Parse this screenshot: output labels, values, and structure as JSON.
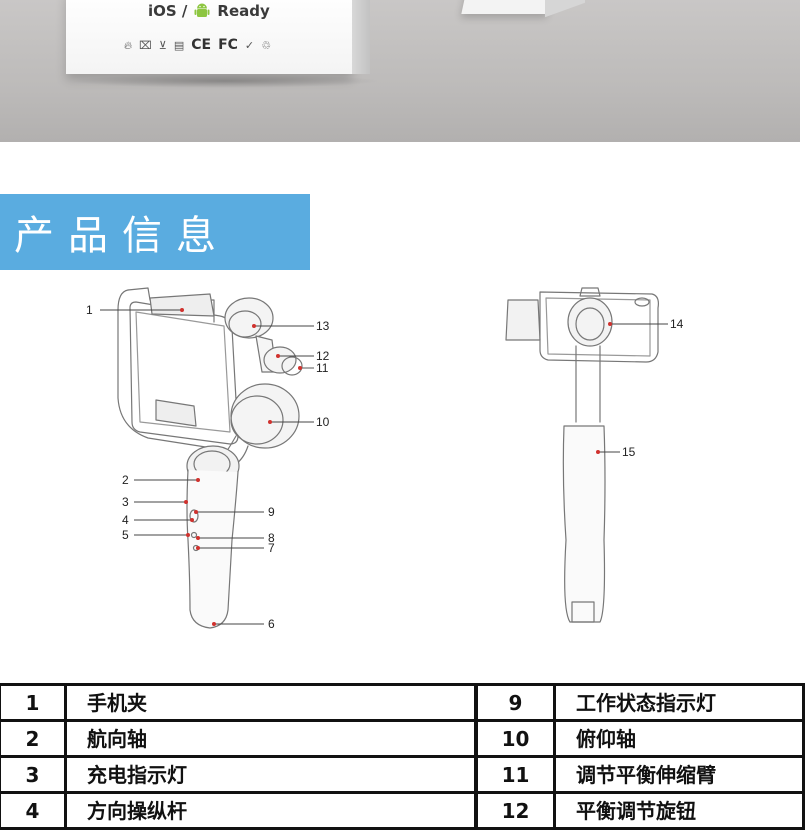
{
  "package": {
    "os_text_ios": "iOS /",
    "os_text_ready": "Ready",
    "cert_marks": [
      "CE",
      "FC"
    ],
    "icons": [
      "flame-icon",
      "bin-icon",
      "wash-icon",
      "stack-icon",
      "ce-mark",
      "fcc-mark",
      "rohs-mark",
      "recycle-icon"
    ]
  },
  "section": {
    "title": "产品信息",
    "header_color": "#5aace0"
  },
  "diagram": {
    "callouts": [
      "1",
      "2",
      "3",
      "4",
      "5",
      "6",
      "7",
      "8",
      "9",
      "10",
      "11",
      "12",
      "13",
      "14",
      "15"
    ],
    "callout_color": "#d0322e"
  },
  "parts": {
    "left": [
      {
        "num": "1",
        "name": "手机夹"
      },
      {
        "num": "2",
        "name": "航向轴"
      },
      {
        "num": "3",
        "name": "充电指示灯"
      },
      {
        "num": "4",
        "name": "方向操纵杆"
      }
    ],
    "right": [
      {
        "num": "9",
        "name": "工作状态指示灯"
      },
      {
        "num": "10",
        "name": "俯仰轴"
      },
      {
        "num": "11",
        "name": "调节平衡伸缩臂"
      },
      {
        "num": "12",
        "name": "平衡调节旋钮"
      }
    ]
  }
}
